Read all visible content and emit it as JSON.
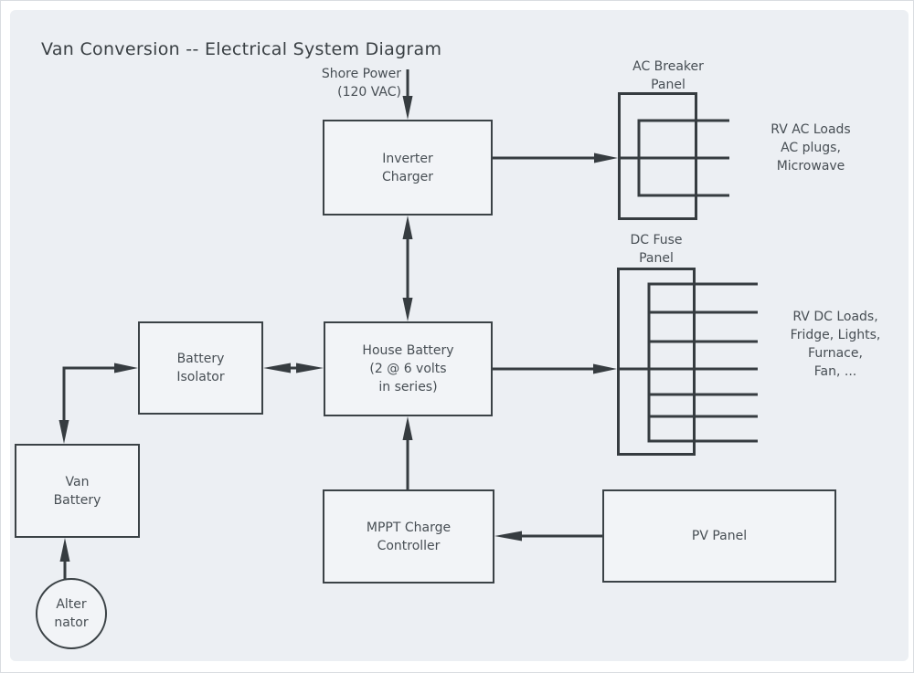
{
  "title": "Van Conversion -- Electrical System Diagram",
  "nodes": {
    "inverter_charger": {
      "lines": [
        "Inverter",
        "Charger"
      ]
    },
    "battery_isolator": {
      "lines": [
        "Battery",
        "Isolator"
      ]
    },
    "house_battery": {
      "lines": [
        "House Battery",
        "(2 @ 6 volts",
        "in series)"
      ]
    },
    "van_battery": {
      "lines": [
        "Van",
        "Battery"
      ]
    },
    "mppt_controller": {
      "lines": [
        "MPPT Charge",
        "Controller"
      ]
    },
    "pv_panel": {
      "lines": [
        "PV Panel"
      ]
    },
    "alternator": {
      "lines": [
        "Alter",
        "nator"
      ]
    }
  },
  "labels": {
    "shore_power": {
      "lines": [
        "Shore Power",
        "(120 VAC)"
      ]
    },
    "ac_breaker_panel": {
      "lines": [
        "AC Breaker",
        "Panel"
      ]
    },
    "dc_fuse_panel": {
      "lines": [
        "DC Fuse",
        "Panel"
      ]
    },
    "rv_ac_loads": {
      "lines": [
        "RV AC Loads",
        "AC plugs,",
        "Microwave"
      ]
    },
    "rv_dc_loads": {
      "lines": [
        "RV DC Loads,",
        "Fridge, Lights,",
        "Furnace,",
        "Fan, ..."
      ]
    }
  },
  "colors": {
    "canvas": "#eceff3",
    "box_fill": "#f2f4f7",
    "line": "#363c40",
    "border": "#3b4246",
    "text": "#474e54",
    "title_text": "#3a4044",
    "page_background": "#ffffff"
  }
}
